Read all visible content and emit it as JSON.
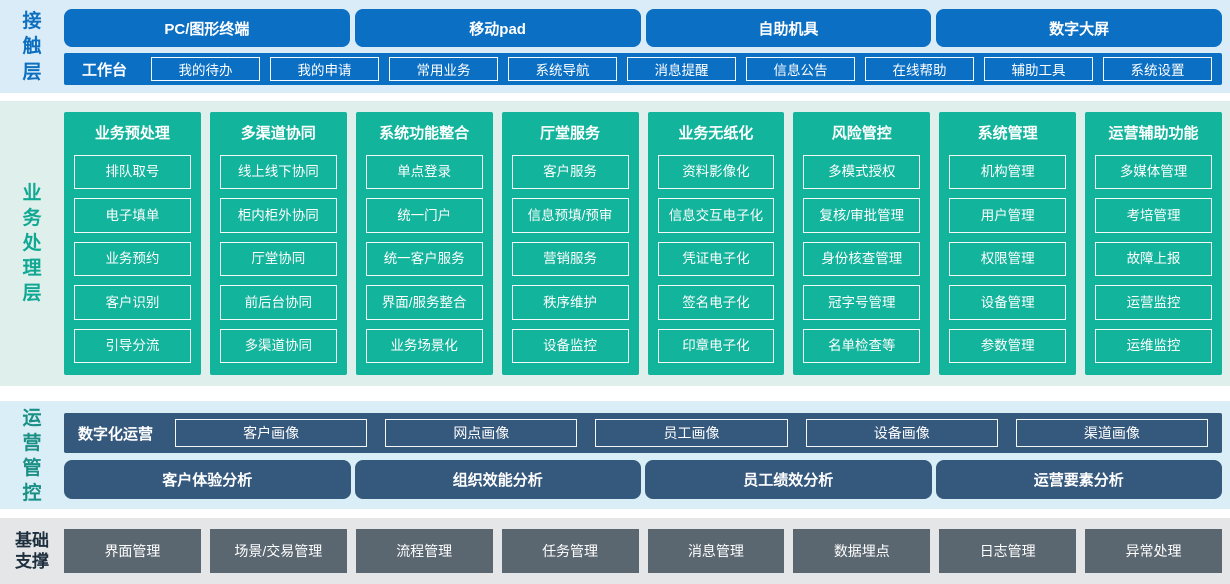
{
  "colors": {
    "blue": "#0b6fc4",
    "blue_section_bg": "#d9ecf8",
    "green": "#12b49c",
    "green_section_bg": "#dff0ec",
    "slate_blue": "#35587d",
    "ops_section_bg": "#d9eef7",
    "grey_box": "#5b6770",
    "grey_section_bg": "#e4e6e8",
    "contact_label": "#0d6fc0",
    "business_label": "#10a893",
    "ops_label": "#1a8f85",
    "foundation_label": "#1d2e3d"
  },
  "contact": {
    "layer_label": "接触层",
    "terminals": [
      "PC/图形终端",
      "移动pad",
      "自助机具",
      "数字大屏"
    ],
    "workbench": {
      "label": "工作台",
      "items": [
        "我的待办",
        "我的申请",
        "常用业务",
        "系统导航",
        "消息提醒",
        "信息公告",
        "在线帮助",
        "辅助工具",
        "系统设置"
      ]
    }
  },
  "business": {
    "layer_label": "业务处理层",
    "columns": [
      {
        "title": "业务预处理",
        "items": [
          "排队取号",
          "电子填单",
          "业务预约",
          "客户识别",
          "引导分流"
        ]
      },
      {
        "title": "多渠道协同",
        "items": [
          "线上线下协同",
          "柜内柜外协同",
          "厅堂协同",
          "前后台协同",
          "多渠道协同"
        ]
      },
      {
        "title": "系统功能整合",
        "items": [
          "单点登录",
          "统一门户",
          "统一客户服务",
          "界面/服务整合",
          "业务场景化"
        ]
      },
      {
        "title": "厅堂服务",
        "items": [
          "客户服务",
          "信息预填/预审",
          "营销服务",
          "秩序维护",
          "设备监控"
        ]
      },
      {
        "title": "业务无纸化",
        "items": [
          "资料影像化",
          "信息交互电子化",
          "凭证电子化",
          "签名电子化",
          "印章电子化"
        ]
      },
      {
        "title": "风险管控",
        "items": [
          "多模式授权",
          "复核/审批管理",
          "身份核查管理",
          "冠字号管理",
          "名单检查等"
        ]
      },
      {
        "title": "系统管理",
        "items": [
          "机构管理",
          "用户管理",
          "权限管理",
          "设备管理",
          "参数管理"
        ]
      },
      {
        "title": "运营辅助功能",
        "items": [
          "多媒体管理",
          "考培管理",
          "故障上报",
          "运营监控",
          "运维监控"
        ]
      }
    ]
  },
  "operations": {
    "layer_label": "运营管控",
    "digital": {
      "label": "数字化运营",
      "items": [
        "客户画像",
        "网点画像",
        "员工画像",
        "设备画像",
        "渠道画像"
      ]
    },
    "analysis": [
      "客户体验分析",
      "组织效能分析",
      "员工绩效分析",
      "运营要素分析"
    ]
  },
  "foundation": {
    "layer_label": "基础支撑",
    "items": [
      "界面管理",
      "场景/交易管理",
      "流程管理",
      "任务管理",
      "消息管理",
      "数据埋点",
      "日志管理",
      "异常处理"
    ]
  }
}
